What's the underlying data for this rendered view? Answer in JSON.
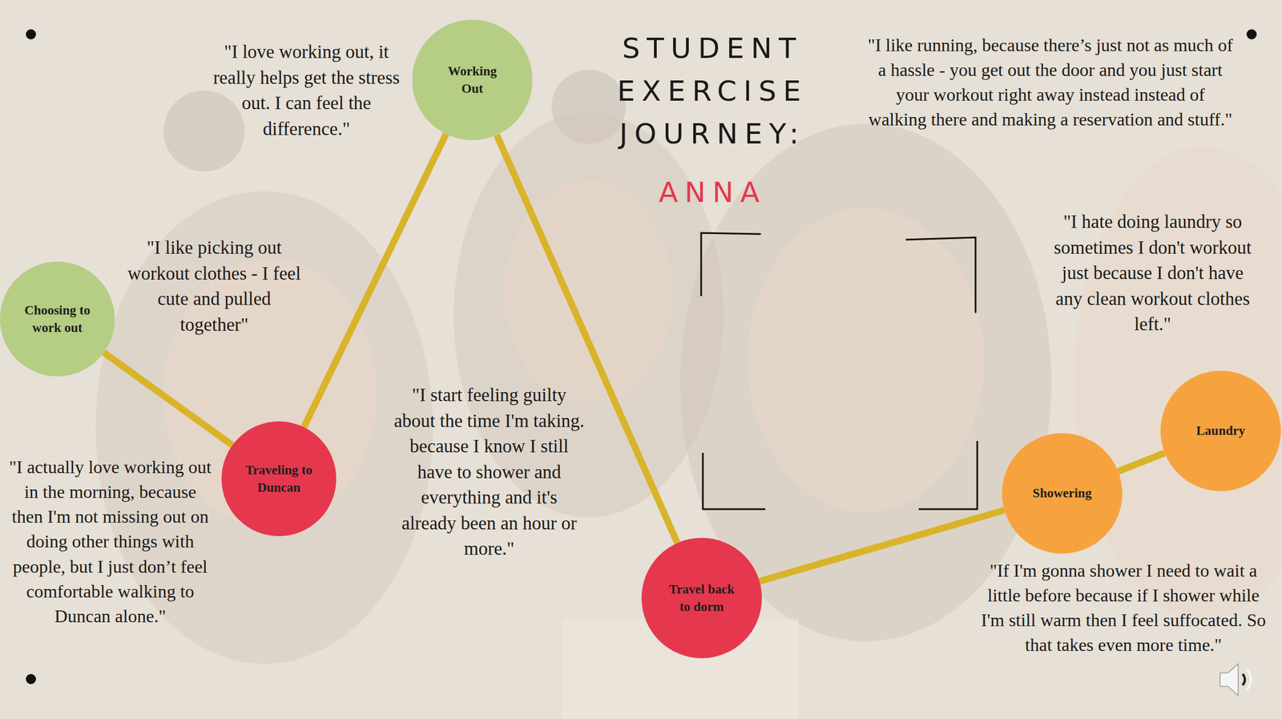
{
  "diagram": {
    "title": "STUDENT EXERCISE JOURNEY:",
    "nodes": [
      {
        "text": [
          "Choosing to work out"
        ]
      },
      {
        "text": [
          "Traveling to Duncan"
        ]
      },
      {
        "text": [
          "Working Out"
        ]
      },
      {
        "text": [
          "Travel back to dorm"
        ]
      },
      {
        "text": [
          "Showering"
        ]
      },
      {
        "text": [
          "Laundry"
        ]
      }
    ],
    "edges": [
      {
        "from": 0,
        "to": 1,
        "arrow": "none"
      },
      {
        "from": 1,
        "to": 2,
        "arrow": "none"
      },
      {
        "from": 2,
        "to": 3,
        "arrow": "none"
      },
      {
        "from": 3,
        "to": 4,
        "arrow": "none"
      },
      {
        "from": 4,
        "to": 5,
        "arrow": "none"
      }
    ],
    "labels": [
      "ANNA",
      "\"I love working out, it really helps get the stress out. I can feel the difference.\"",
      "\"I like running, because there’s just not as much of a hassle - you get out the door and you just start your workout right away instead instead of walking there and making a reservation and stuff.\"",
      "\"I like picking out workout clothes - I feel cute and pulled together\"",
      "\"I hate doing laundry so sometimes I don't workout just because I don't have any clean workout clothes left.\"",
      "\"I start feeling guilty about the time I'm taking. because I know I still have to shower and everything and it's already been an hour or more.\"",
      "\"I actually love working out in the morning, because then I'm not missing out on doing other things with people, but I just don’t feel comfortable walking to Duncan alone.\"",
      "\"If I'm gonna shower I need to wait a little before because if I shower while I'm still warm then I feel suffocated. So that takes even more time.\""
    ]
  }
}
